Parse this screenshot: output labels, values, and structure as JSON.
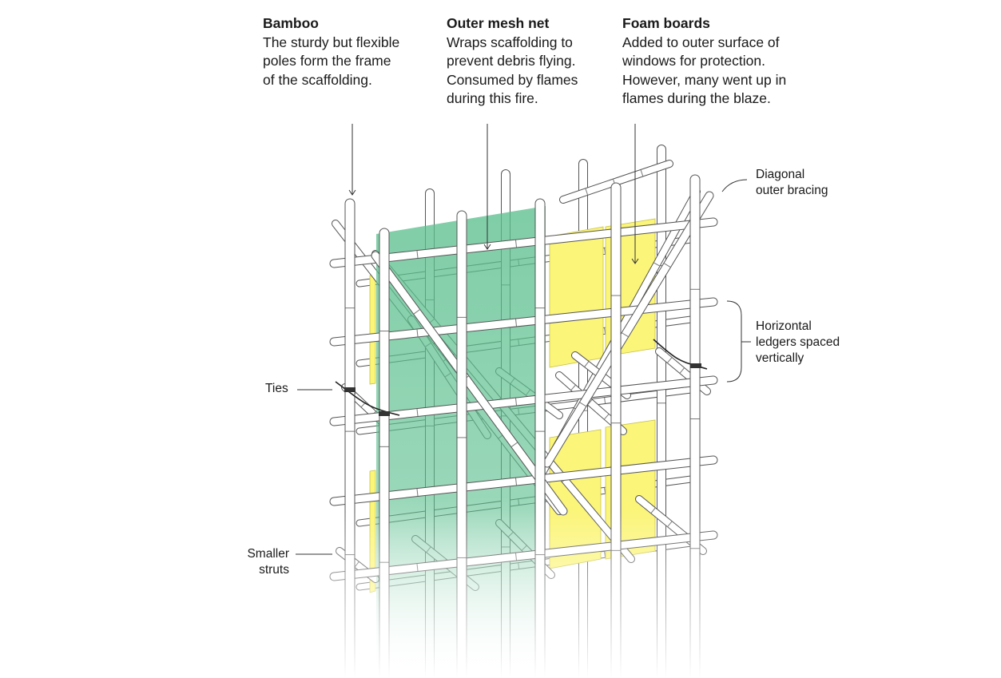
{
  "callouts": {
    "bamboo": {
      "title": "Bamboo",
      "body": "The sturdy but flexible\npoles form the frame\nof the scaffolding."
    },
    "mesh": {
      "title": "Outer mesh net",
      "body": "Wraps scaffolding to\nprevent debris flying.\nConsumed by flames\nduring this fire."
    },
    "foam": {
      "title": "Foam boards",
      "body": "Added to outer surface of\nwindows for protection.\nHowever, many went up in\nflames during the blaze."
    }
  },
  "labels": {
    "diagonal": "Diagonal\nouter bracing",
    "ledgers": "Horizontal\nledgers spaced\nvertically",
    "ties": "Ties",
    "struts": "Smaller\nstruts"
  },
  "colors": {
    "mesh_green": "#5bbf8e",
    "foam_yellow": "#fbf57a",
    "bamboo_fill": "#ffffff",
    "line": "#555555"
  }
}
